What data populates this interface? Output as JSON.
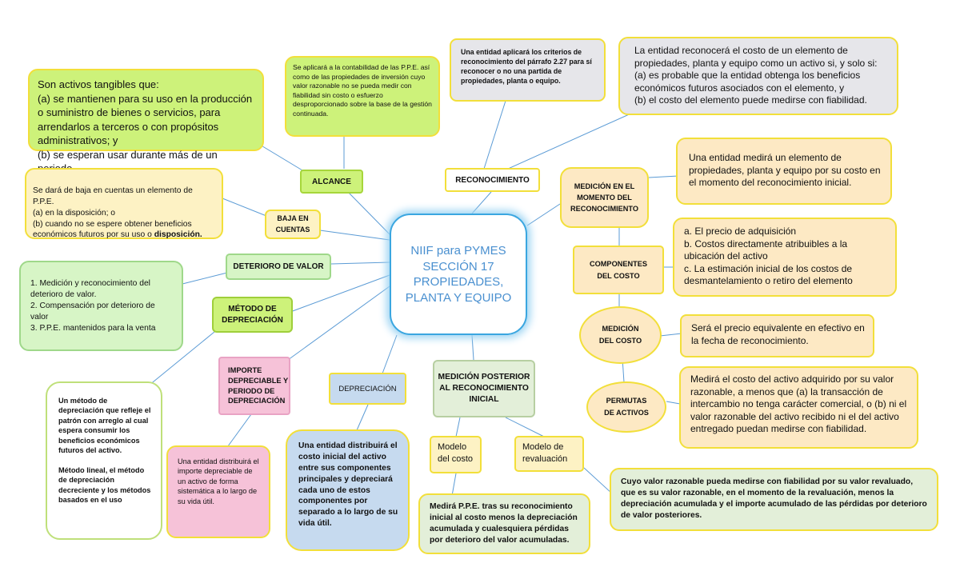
{
  "center": {
    "title": "NIIF para PYMES\nSECCIÓN 17\nPROPIEDADES,\nPLANTA Y EQUIPO"
  },
  "branches": {
    "alcance": "ALCANCE",
    "baja": "BAJA EN\nCUENTAS",
    "deterioro": "DETERIORO DE VALOR",
    "metodo": "MÉTODO DE\nDEPRECIACIÓN",
    "importe": "IMPORTE\nDEPRECIABLE Y\nPERIODO DE\nDEPRECIACIÓN",
    "depreciacion": "DEPRECIACIÓN",
    "medicion_posterior": "MEDICIÓN POSTERIOR\nAL RECONOCIMIENTO\nINICIAL",
    "modelo_costo": "Modelo\ndel costo",
    "modelo_revaluacion": "Modelo de\nrevaluación",
    "reconocimiento": "RECONOCIMIENTO",
    "medicion_momento": "MEDICIÓN EN EL\nMOMENTO DEL\nRECONOCIMIENTO",
    "componentes": "COMPONENTES\nDEL COSTO",
    "medicion_costo": "MEDICIÓN\nDEL COSTO",
    "permutas": "PERMUTAS\nDE ACTIVOS"
  },
  "notes": {
    "activos_tangibles": "Son activos tangibles que:\n(a) se mantienen para su uso en la producción o suministro de bienes o servicios, para arrendarlos a terceros o con propósitos administrativos; y\n(b) se esperan usar durante más de un periodo.",
    "aplicara": "Se aplicará a la contabilidad de las P.P.E.  así como de las propiedades de inversión cuyo valor razonable no se pueda medir con fiabilidad sin costo o esfuerzo desproporcionado sobre la base de la gestión continuada.",
    "baja_text": "Se dará de baja en cuentas un elemento de P.P.E.\n(a) en la disposición; o\n(b) cuando no se espere obtener beneficios económicos futuros por su uso o ",
    "baja_bold": "disposición.",
    "deterioro_list": "1. Medición y reconocimiento del deterioro de valor.\n2. Compensación por deterioro de valor\n3. P.P.E. mantenidos para la venta",
    "metodo_text": "Un método de depreciación que refleje el patrón con arreglo al cual espera consumir los beneficios económicos futuros del activo.\n\nMétodo lineal, el método de depreciación decreciente y los métodos basados en el uso",
    "importe_text": "Una entidad distribuirá el importe depreciable de un activo de forma sistemática a lo largo de su vida útil.",
    "depreciacion_text": "Una entidad distribuirá el costo inicial del activo entre sus componentes principales y depreciará cada uno de estos componentes por separado a lo largo de su vida útil.",
    "modelo_costo_text": "Medirá P.P.E. tras su reconocimiento inicial al costo menos la depreciación acumulada y cualesquiera pérdidas por deterioro del valor acumuladas.",
    "modelo_revaluacion_text": "Cuyo valor razonable pueda medirse con fiabilidad por su valor revaluado, que es su valor razonable, en el momento de la revaluación, menos la depreciación acumulada   y el importe acumulado de las pérdidas por deterioro de valor posteriores.",
    "criterios": "Una entidad aplicará los criterios de reconocimiento del párrafo 2.27 para sí reconocer o no una partida de propiedades, planta o equipo.",
    "reconocera": "La entidad reconocerá el costo de un elemento de propiedades, planta y equipo como un activo si, y solo si:\n(a) es probable que la entidad obtenga los beneficios económicos futuros asociados con el elemento, y\n(b) el costo del elemento puede medirse con fiabilidad.",
    "medira": "Una entidad medirá un elemento de propiedades, planta y equipo por su costo en el momento del reconocimiento inicial.",
    "componentes_list": "a. El precio de adquisición\nb. Costos directamente atribuibles a la ubicación del activo\nc. La estimación inicial de los costos de desmantelamiento o retiro del elemento",
    "precio_equivalente": "Será el precio equivalente en efectivo en la fecha de reconocimiento.",
    "permutas_text": "Medirá el costo del activo adquirido por su valor razonable, a menos que (a) la transacción de intercambio no tenga carácter comercial, o (b) ni el valor razonable del activo recibido ni el del activo entregado puedan medirse con fiabilidad."
  },
  "colors": {
    "green": "#cdf27a",
    "green_light": "#d7f5c6",
    "yellow_light": "#fdf2c4",
    "peach": "#fde9c4",
    "gray": "#e6e6ea",
    "pink": "#f6c2d8",
    "blue": "#c6daef",
    "sage": "#e3efd9",
    "border_yellow": "#f2df3a",
    "line_blue": "#5b9bd5",
    "center_border": "#3aa6e0"
  }
}
